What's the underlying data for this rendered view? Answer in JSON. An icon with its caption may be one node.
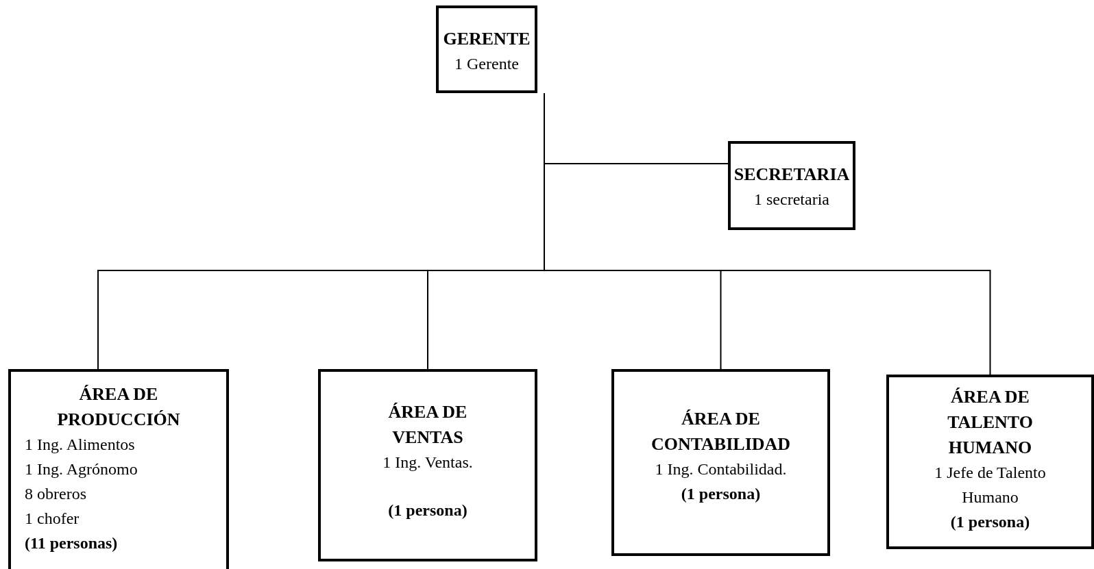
{
  "diagram": {
    "nodes": [
      {
        "text": [
          "GERENTE",
          "1 Gerente"
        ]
      },
      {
        "text": [
          "SECRETARIA",
          "1 secretaria"
        ]
      },
      {
        "text": [
          "ÁREA DE PRODUCCIÓN",
          "1 Ing. Alimentos",
          "1 Ing. Agrónomo",
          "8 obreros",
          "1 chofer",
          "(11 personas)"
        ]
      },
      {
        "text": [
          "ÁREA DE VENTAS",
          "1 Ing. Ventas.",
          "(1 persona)"
        ]
      },
      {
        "text": [
          "ÁREA DE CONTABILIDAD",
          "1 Ing. Contabilidad.",
          "(1 persona)"
        ]
      },
      {
        "text": [
          "ÁREA DE TALENTO HUMANO",
          "1 Jefe de Talento Humano",
          "(1 persona)"
        ]
      }
    ],
    "edges": [
      {
        "from": 0,
        "to": 1,
        "arrow": "none"
      },
      {
        "from": 0,
        "to": 2,
        "arrow": "none"
      },
      {
        "from": 0,
        "to": 3,
        "arrow": "none"
      },
      {
        "from": 0,
        "to": 4,
        "arrow": "none"
      },
      {
        "from": 0,
        "to": 5,
        "arrow": "none"
      }
    ]
  }
}
